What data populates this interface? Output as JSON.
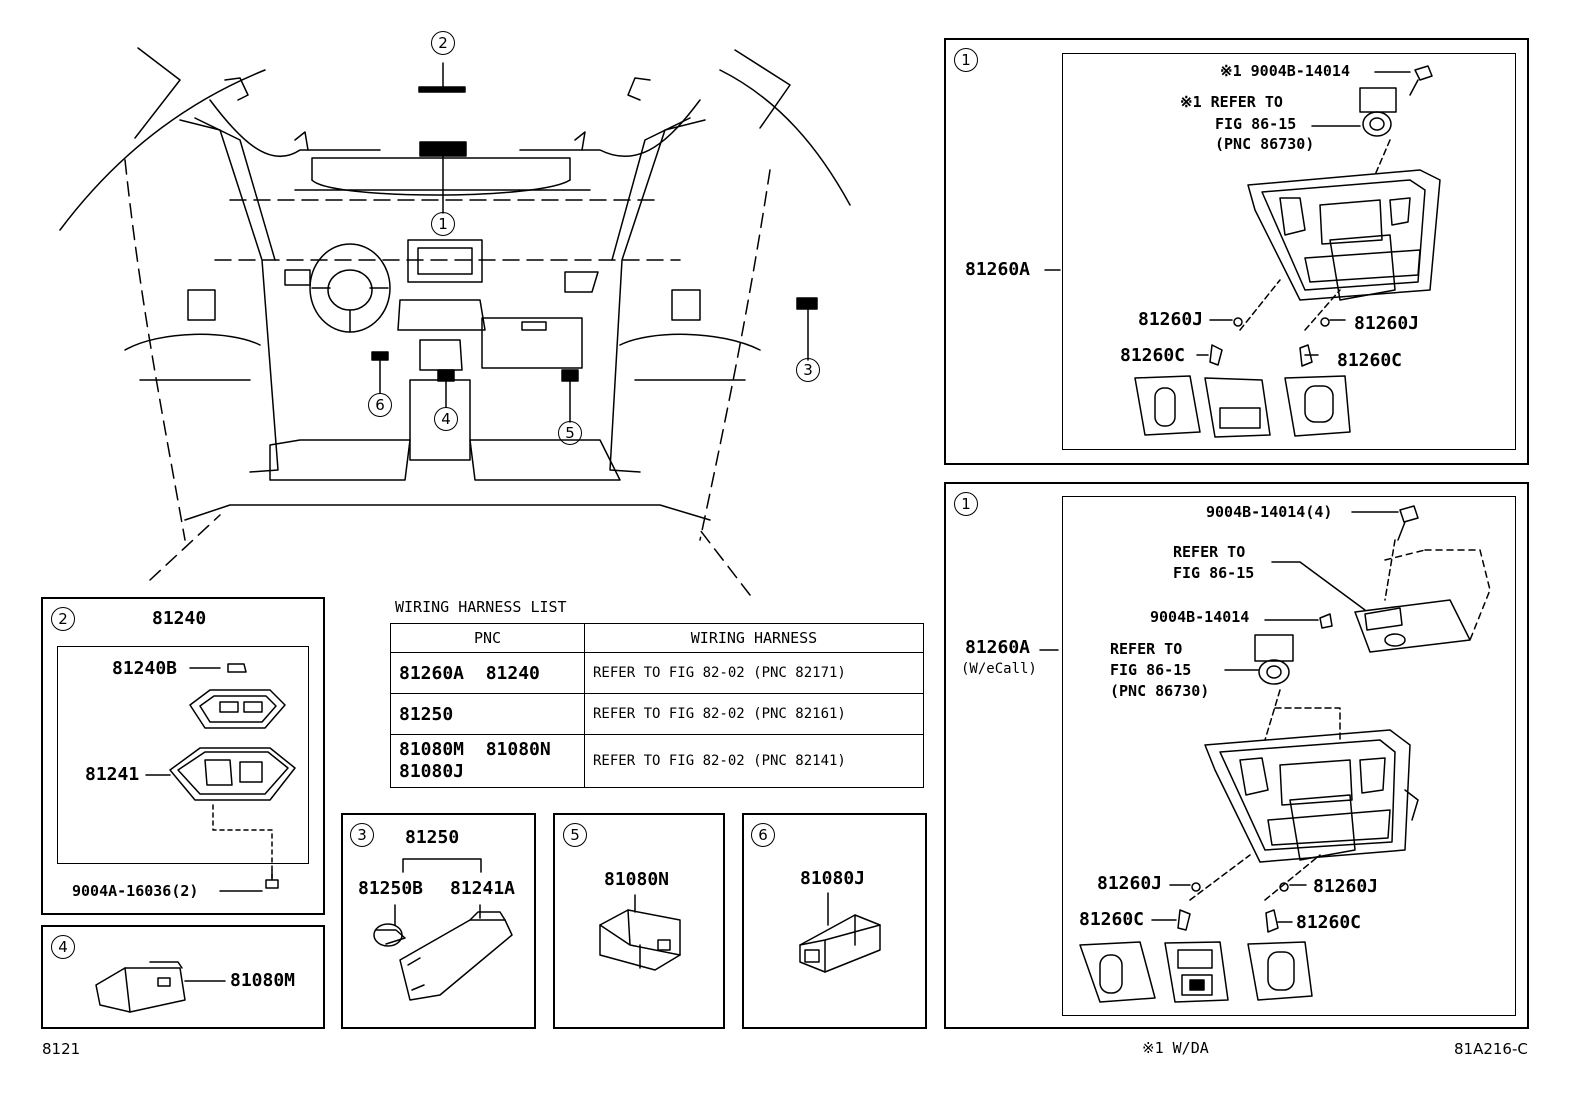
{
  "callouts": {
    "c1": "1",
    "c2": "2",
    "c3": "3",
    "c4": "4",
    "c5": "5",
    "c6": "6"
  },
  "table": {
    "title": "WIRING HARNESS LIST",
    "headers": [
      "PNC",
      "WIRING HARNESS"
    ],
    "rows": [
      {
        "pnc": "81260A  81240",
        "harness": "REFER TO FIG 82-02 (PNC 82171)"
      },
      {
        "pnc": "81250",
        "harness": "REFER TO FIG 82-02 (PNC 82161)"
      },
      {
        "pnc": "81080M  81080N\n81080J",
        "harness": "REFER TO FIG 82-02 (PNC 82141)"
      }
    ]
  },
  "panel2": {
    "assy": "81240",
    "bulb": "81240B",
    "lens": "81241",
    "screw": "9004A-16036(2)"
  },
  "panel4": {
    "part": "81080M"
  },
  "panel3": {
    "assy": "81250",
    "bulb": "81250B",
    "lens": "81241A"
  },
  "panel5": {
    "part": "81080N"
  },
  "panel6": {
    "part": "81080J"
  },
  "panel1a": {
    "screw": "※1 9004B-14014",
    "refer_line1": "※1 REFER TO",
    "refer_line2": "FIG 86-15",
    "refer_line3": "(PNC 86730)",
    "assy": "81260A",
    "j_left": "81260J",
    "j_right": "81260J",
    "c_left": "81260C",
    "c_right": "81260C"
  },
  "panel1b": {
    "screw_top": "9004B-14014(4)",
    "refer_a1": "REFER TO",
    "refer_a2": "FIG 86-15",
    "screw_mid": "9004B-14014",
    "refer_b1": "REFER TO",
    "refer_b2": "FIG 86-15",
    "refer_b3": "(PNC 86730)",
    "assy": "81260A",
    "assy_note": "(W/eCall)",
    "j_left": "81260J",
    "j_right": "81260J",
    "c_left": "81260C",
    "c_right": "81260C"
  },
  "footer": {
    "left": "8121",
    "note": "※1 W/DA",
    "fig_code": "81A216-C"
  }
}
